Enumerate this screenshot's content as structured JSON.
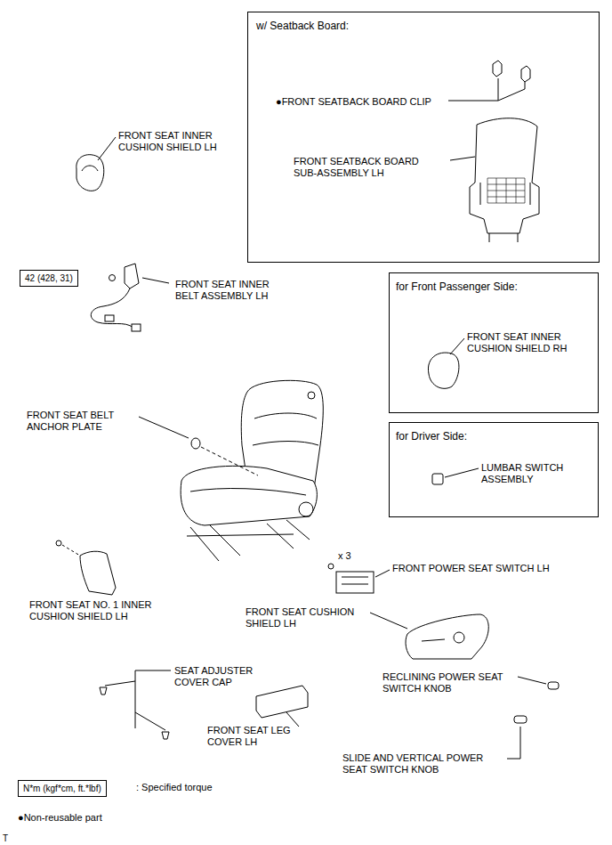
{
  "diagram": {
    "nodes": [
      {
        "text": [
          "w/ Seatback Board:",
          "●FRONT SEATBACK BOARD CLIP",
          "FRONT SEATBACK BOARD SUB-ASSEMBLY LH"
        ]
      },
      {
        "text": [
          "42 (428, 31)"
        ]
      },
      {
        "text": [
          "for Front Passenger Side:",
          "FRONT SEAT INNER CUSHION SHIELD RH"
        ]
      },
      {
        "text": [
          "for Driver Side:",
          "LUMBAR SWITCH ASSEMBLY"
        ]
      },
      {
        "text": [
          "N*m (kgf*cm, ft.*lbf)"
        ]
      }
    ],
    "labels": [
      "FRONT SEAT INNER CUSHION SHIELD LH",
      "FRONT SEAT INNER BELT ASSEMBLY LH",
      "FRONT SEAT BELT ANCHOR PLATE",
      "FRONT SEAT NO. 1 INNER CUSHION SHIELD LH",
      "x 3",
      "FRONT POWER SEAT SWITCH LH",
      "FRONT SEAT CUSHION SHIELD LH",
      "SEAT ADJUSTER COVER CAP",
      "RECLINING POWER SEAT SWITCH KNOB",
      "FRONT SEAT LEG COVER LH",
      "SLIDE AND VERTICAL POWER SEAT SWITCH KNOB",
      ": Specified torque",
      "●Non-reusable part",
      "T"
    ]
  }
}
